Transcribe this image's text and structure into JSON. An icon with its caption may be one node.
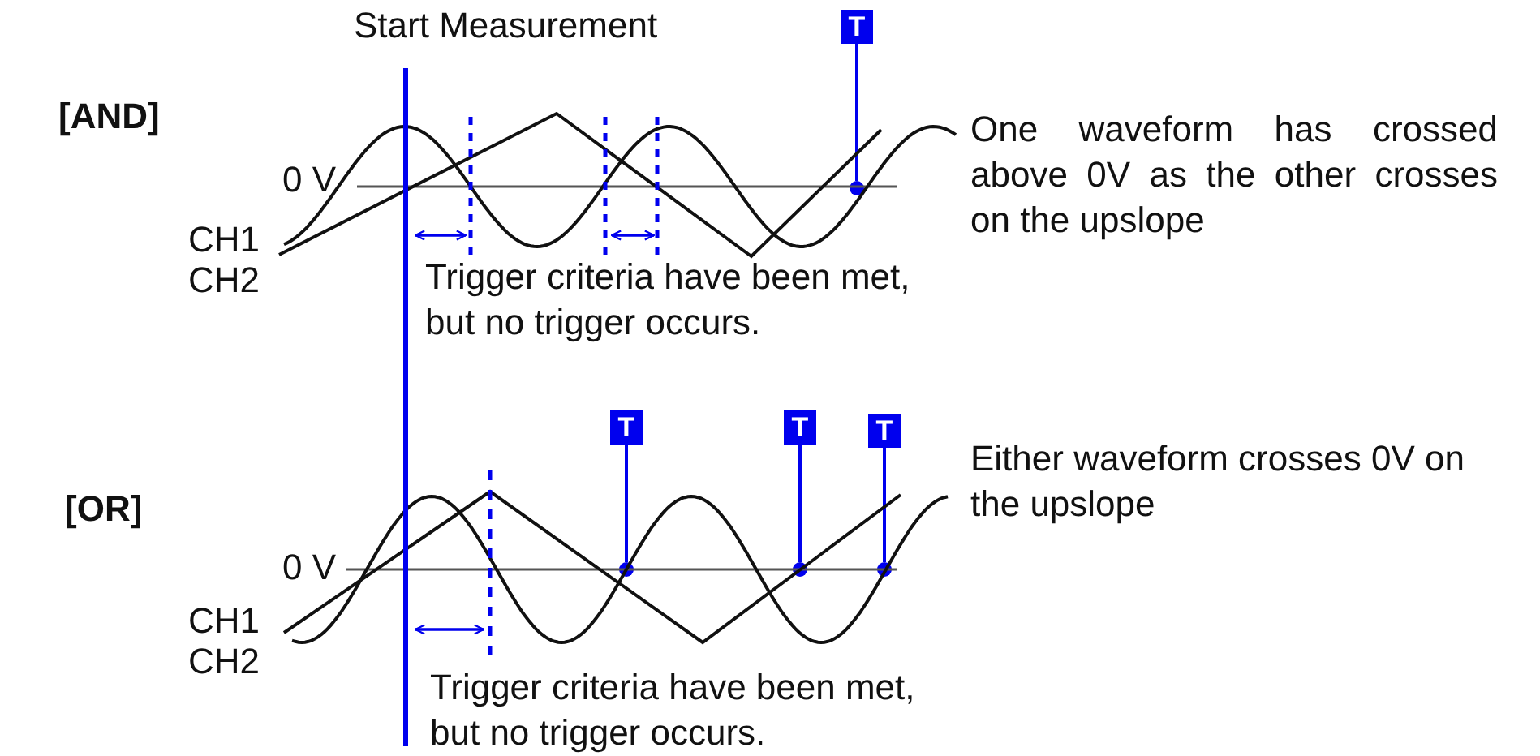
{
  "diagram": {
    "nodes": [
      {
        "text": [
          "T"
        ]
      },
      {
        "text": [
          "T"
        ]
      },
      {
        "text": [
          "T"
        ]
      },
      {
        "text": [
          "T"
        ]
      },
      {
        "text": [],
        "shape": "circle"
      },
      {
        "text": [],
        "shape": "circle"
      },
      {
        "text": [],
        "shape": "circle"
      },
      {
        "text": [],
        "shape": "circle"
      }
    ],
    "edges": [
      {
        "from": 0,
        "to": 4,
        "arrow": "none"
      },
      {
        "from": 1,
        "to": 5,
        "arrow": "none"
      },
      {
        "from": 2,
        "to": 6,
        "arrow": "none"
      },
      {
        "from": 3,
        "to": 7,
        "arrow": "none"
      }
    ],
    "labels": [
      "Start Measurement",
      "[AND]",
      "0 V",
      "CH1",
      "CH2",
      "Trigger criteria have been met, but no trigger occurs.",
      "One waveform has crossed above 0V as the other crosses on the upslope",
      "[OR]",
      "Either waveform crosses 0V on the upslope",
      "0 V",
      "CH1",
      "CH2",
      "Trigger criteria have been met, but no trigger occurs."
    ]
  }
}
